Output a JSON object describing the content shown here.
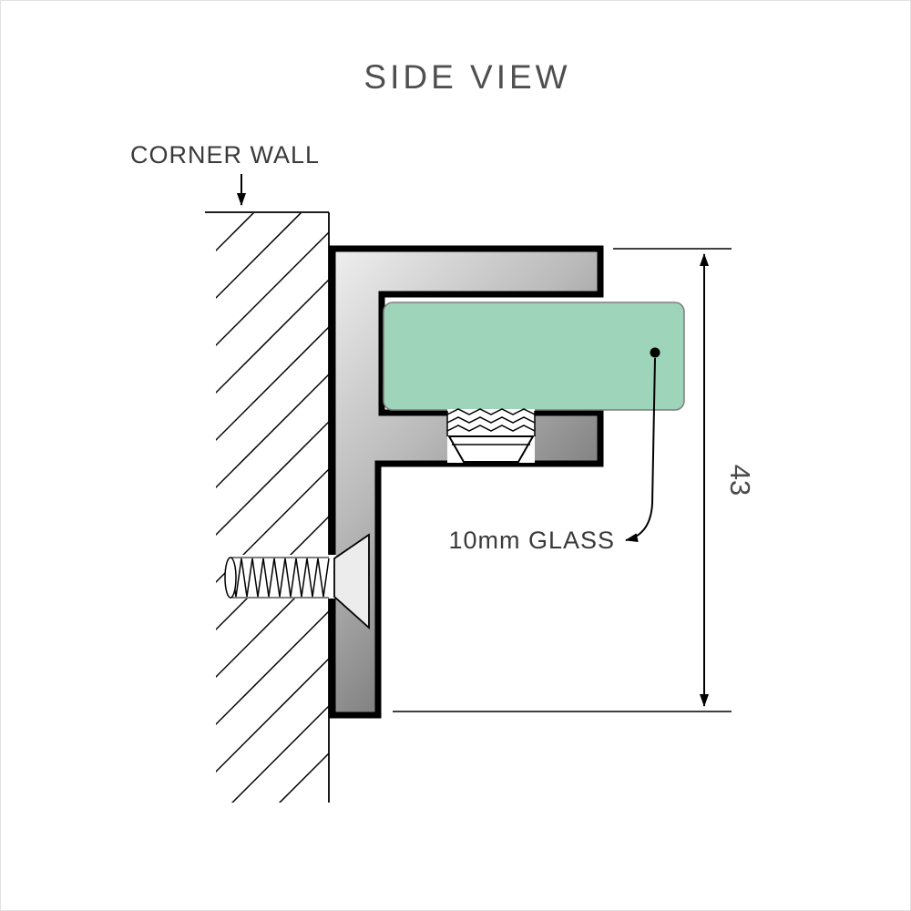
{
  "labels": {
    "title": "SIDE VIEW",
    "corner_wall": "CORNER WALL",
    "glass_callout": "10mm GLASS",
    "dimension_height": "43"
  },
  "colors": {
    "background": "#ffffff",
    "outline": "#000000",
    "text": "#454545",
    "glass": "#9ed4ba",
    "glass_border": "#7d7d7d",
    "bracket_gradient_start": "#f2f2f2",
    "bracket_gradient_mid": "#b9b9b9",
    "bracket_gradient_end": "#6f6f6f"
  },
  "icons": {
    "corner_wall_pointer": "down-arrow",
    "glass_leader": "curved-leader-arrow",
    "dimension": "double-ended-arrow"
  }
}
